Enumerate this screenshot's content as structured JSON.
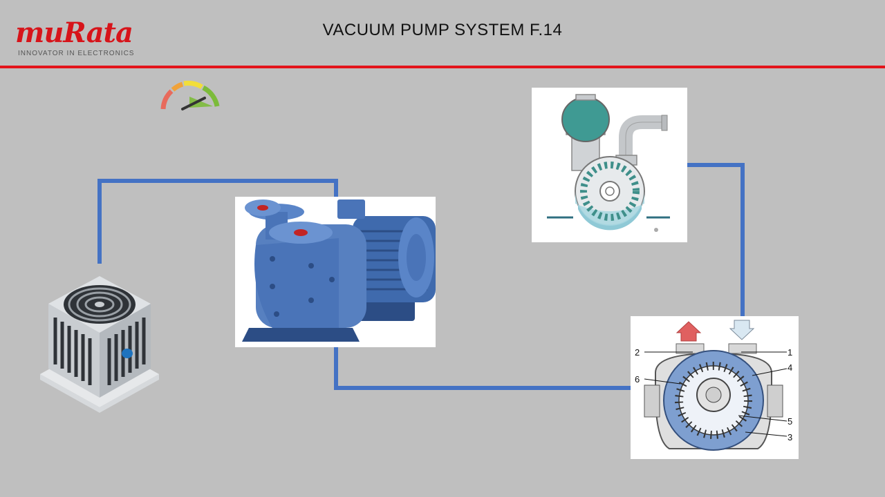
{
  "header": {
    "logo_text": "muRata",
    "logo_tagline": "INNOVATOR IN ELECTRONICS",
    "title": "VACUUM PUMP SYSTEM F.14"
  },
  "colors": {
    "brand_red": "#d7141a",
    "pipe_blue": "#4472c4",
    "background": "#bfbfbf"
  },
  "icons": {
    "gauge": "gauge-icon",
    "condenser": "condenser-unit-icon"
  },
  "diagram": {
    "callout_labels": [
      "1",
      "2",
      "3",
      "4",
      "5",
      "6"
    ]
  }
}
